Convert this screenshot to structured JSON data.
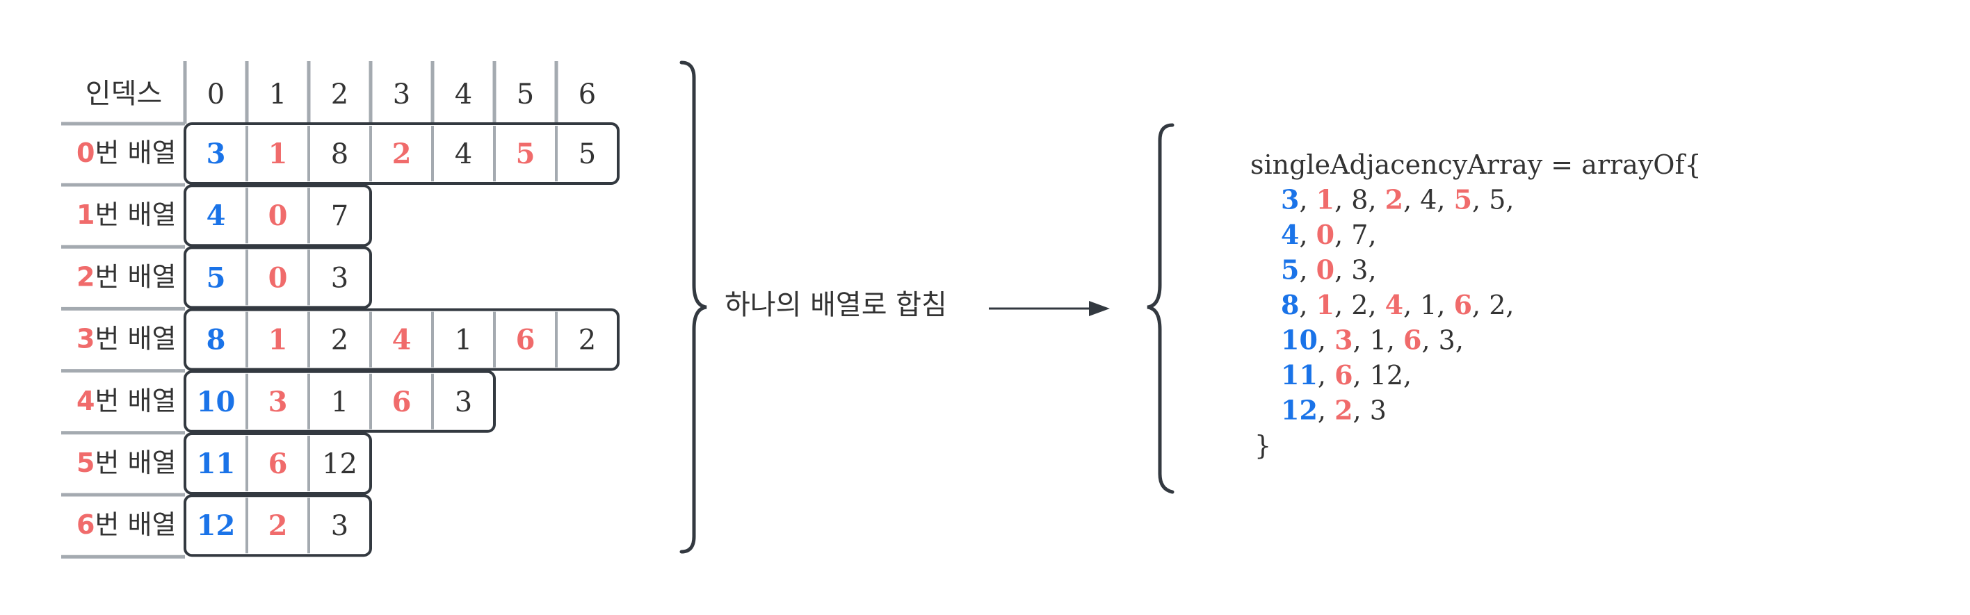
{
  "colors": {
    "text": "#333333",
    "blue": "#1a73e8",
    "red": "#f06b6b",
    "border": "#333940",
    "separator": "#a4aab0"
  },
  "index_label": "인덱스",
  "index_values": [
    "0",
    "1",
    "2",
    "3",
    "4",
    "5",
    "6"
  ],
  "row_suffix": "번 배열",
  "rows": [
    {
      "num": "0",
      "cells": [
        {
          "v": "3",
          "c": "blue"
        },
        {
          "v": "1",
          "c": "red"
        },
        {
          "v": "8",
          "c": "plain"
        },
        {
          "v": "2",
          "c": "red"
        },
        {
          "v": "4",
          "c": "plain"
        },
        {
          "v": "5",
          "c": "red"
        },
        {
          "v": "5",
          "c": "plain"
        }
      ]
    },
    {
      "num": "1",
      "cells": [
        {
          "v": "4",
          "c": "blue"
        },
        {
          "v": "0",
          "c": "red"
        },
        {
          "v": "7",
          "c": "plain"
        }
      ]
    },
    {
      "num": "2",
      "cells": [
        {
          "v": "5",
          "c": "blue"
        },
        {
          "v": "0",
          "c": "red"
        },
        {
          "v": "3",
          "c": "plain"
        }
      ]
    },
    {
      "num": "3",
      "cells": [
        {
          "v": "8",
          "c": "blue"
        },
        {
          "v": "1",
          "c": "red"
        },
        {
          "v": "2",
          "c": "plain"
        },
        {
          "v": "4",
          "c": "red"
        },
        {
          "v": "1",
          "c": "plain"
        },
        {
          "v": "6",
          "c": "red"
        },
        {
          "v": "2",
          "c": "plain"
        }
      ]
    },
    {
      "num": "4",
      "cells": [
        {
          "v": "10",
          "c": "blue"
        },
        {
          "v": "3",
          "c": "red"
        },
        {
          "v": "1",
          "c": "plain"
        },
        {
          "v": "6",
          "c": "red"
        },
        {
          "v": "3",
          "c": "plain"
        }
      ]
    },
    {
      "num": "5",
      "cells": [
        {
          "v": "11",
          "c": "blue"
        },
        {
          "v": "6",
          "c": "red"
        },
        {
          "v": "12",
          "c": "plain"
        }
      ]
    },
    {
      "num": "6",
      "cells": [
        {
          "v": "12",
          "c": "blue"
        },
        {
          "v": "2",
          "c": "red"
        },
        {
          "v": "3",
          "c": "plain"
        }
      ]
    }
  ],
  "merge_label": "하나의 배열로 합침",
  "code": {
    "header": "singleAdjacencyArray = arrayOf{",
    "lines": [
      [
        {
          "v": "3",
          "c": "blue"
        },
        {
          "v": "1",
          "c": "red"
        },
        {
          "v": "8",
          "c": "plain"
        },
        {
          "v": "2",
          "c": "red"
        },
        {
          "v": "4",
          "c": "plain"
        },
        {
          "v": "5",
          "c": "red"
        },
        {
          "v": "5",
          "c": "plain"
        }
      ],
      [
        {
          "v": "4",
          "c": "blue"
        },
        {
          "v": "0",
          "c": "red"
        },
        {
          "v": "7",
          "c": "plain"
        }
      ],
      [
        {
          "v": "5",
          "c": "blue"
        },
        {
          "v": "0",
          "c": "red"
        },
        {
          "v": "3",
          "c": "plain"
        }
      ],
      [
        {
          "v": "8",
          "c": "blue"
        },
        {
          "v": "1",
          "c": "red"
        },
        {
          "v": "2",
          "c": "plain"
        },
        {
          "v": "4",
          "c": "red"
        },
        {
          "v": "1",
          "c": "plain"
        },
        {
          "v": "6",
          "c": "red"
        },
        {
          "v": "2",
          "c": "plain"
        }
      ],
      [
        {
          "v": "10",
          "c": "blue"
        },
        {
          "v": "3",
          "c": "red"
        },
        {
          "v": "1",
          "c": "plain"
        },
        {
          "v": "6",
          "c": "red"
        },
        {
          "v": "3",
          "c": "plain"
        }
      ],
      [
        {
          "v": "11",
          "c": "blue"
        },
        {
          "v": "6",
          "c": "red"
        },
        {
          "v": "12",
          "c": "plain"
        }
      ],
      [
        {
          "v": "12",
          "c": "blue"
        },
        {
          "v": "2",
          "c": "red"
        },
        {
          "v": "3",
          "c": "plain"
        }
      ]
    ],
    "separator": ", ",
    "line_end": ",",
    "footer": "}"
  }
}
